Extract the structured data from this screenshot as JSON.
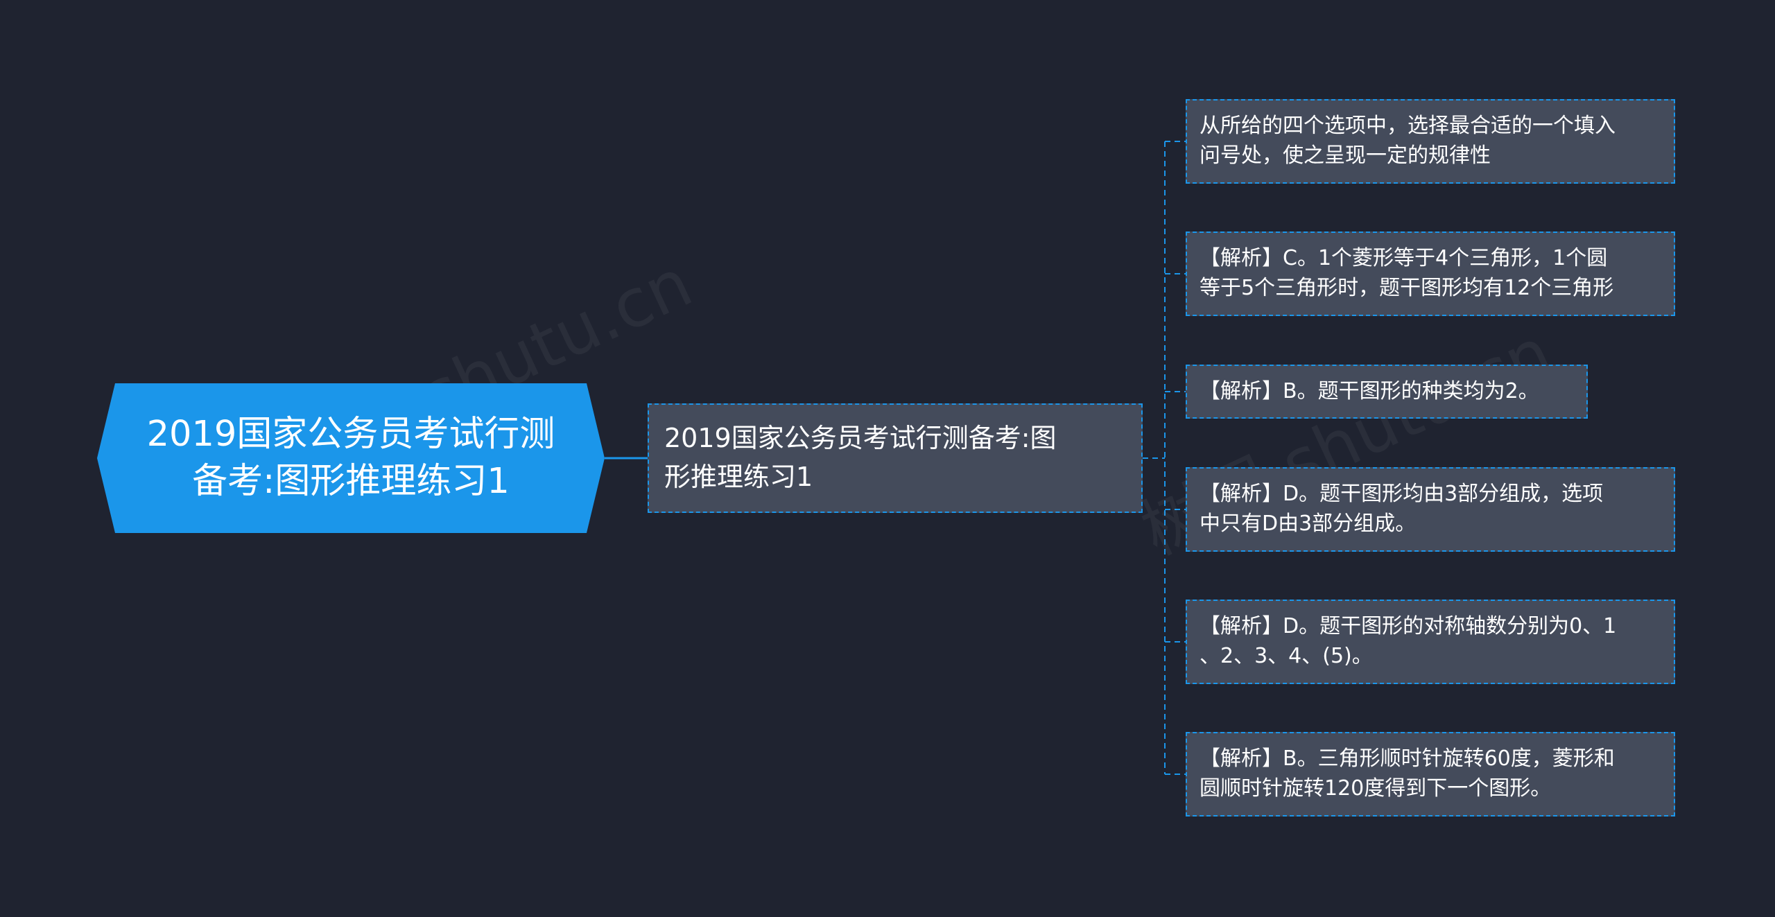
{
  "root": {
    "line1": "2019国家公务员考试行测",
    "line2": "备考:图形推理练习1"
  },
  "main": {
    "line1": "2019国家公务员考试行测备考:图",
    "line2": "形推理练习1"
  },
  "leaves": [
    "从所给的四个选项中，选择最合适的一个填入\n问号处，使之呈现一定的规律性",
    "【解析】C。1个菱形等于4个三角形，1个圆\n等于5个三角形时，题干图形均有12个三角形",
    "【解析】B。题干图形的种类均为2。",
    "【解析】D。题干图形均由3部分组成，选项\n中只有D由3部分组成。",
    "【解析】D。题干图形的对称轴数分别为0、1\n、2、3、4、(5)。",
    "【解析】B。三角形顺时针旋转60度，菱形和\n圆顺时针旋转120度得到下一个图形。"
  ],
  "watermark": "树图 shutu.cn",
  "colors": {
    "background": "#1f2330",
    "root_fill": "#1b96ea",
    "node_fill": "#444b5b",
    "connector": "#1b96ea",
    "text": "#ffffff"
  }
}
